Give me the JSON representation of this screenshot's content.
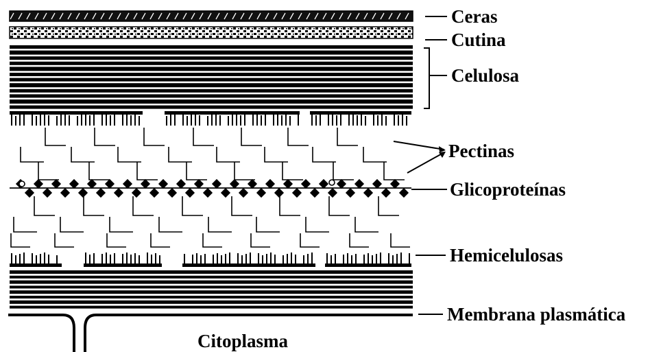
{
  "labels": {
    "ceras": "Ceras",
    "cutina": "Cutina",
    "celulosa": "Celulosa",
    "pectinas": "Pectinas",
    "glicoproteinas": "Glicoproteínas",
    "hemicelulosas": "Hemicelulosas",
    "membrana": "Membrana plasmática",
    "citoplasma": "Citoplasma"
  },
  "colors": {
    "ink": "#000000",
    "paper": "#ffffff"
  }
}
